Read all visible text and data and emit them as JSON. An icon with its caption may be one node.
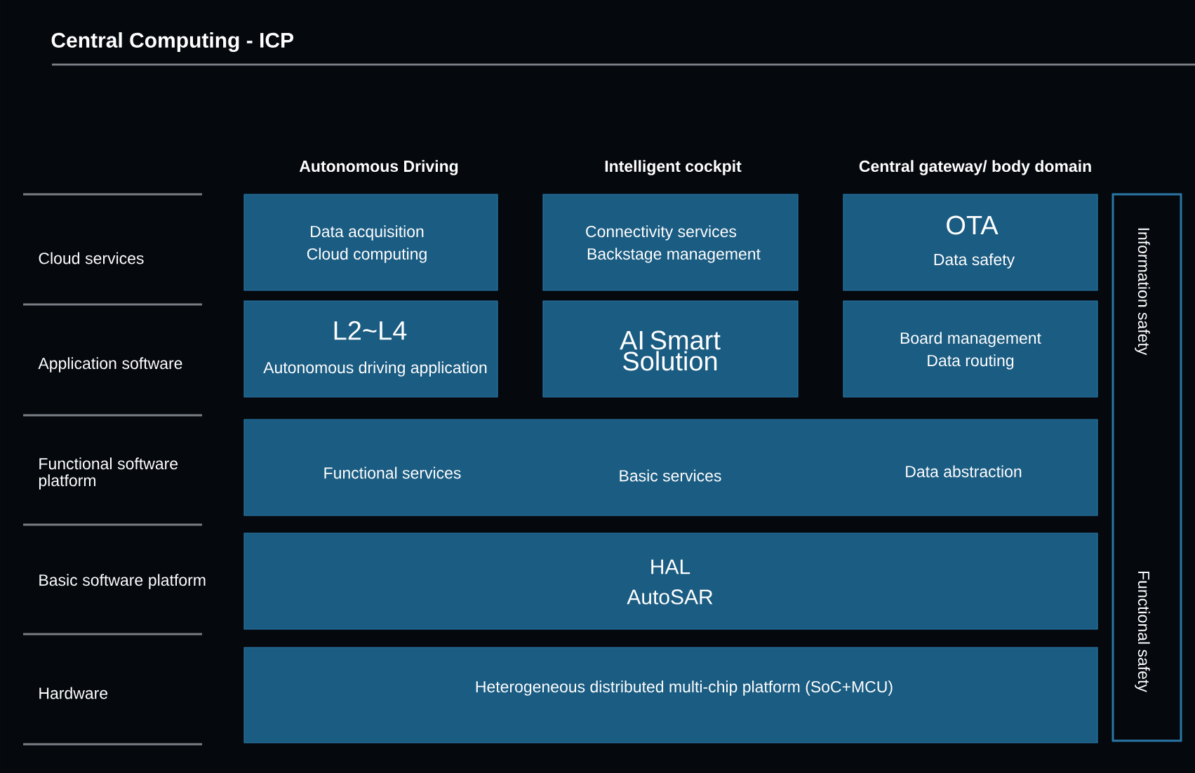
{
  "diagram": {
    "title": "Central Computing - ICP",
    "nodes": [
      {
        "text": [
          "Data acquisition",
          "Cloud computing"
        ]
      },
      {
        "text": [
          "Connectivity services",
          "Backstage management"
        ]
      },
      {
        "text": [
          "OTA",
          "Data safety"
        ]
      },
      {
        "text": [
          "L2~L4",
          "Autonomous driving application"
        ]
      },
      {
        "text": [
          "AI Smart Solution"
        ]
      },
      {
        "text": [
          "Board management",
          "Data routing"
        ]
      },
      {
        "text": [
          "Functional services",
          "Basic services",
          "Data abstraction"
        ]
      },
      {
        "text": [
          "HAL",
          "AutoSAR"
        ]
      },
      {
        "text": [
          "Heterogeneous distributed multi-chip platform (SoC+MCU)"
        ]
      },
      {
        "text": [
          "Information safety",
          "Functional safety"
        ]
      }
    ],
    "labels": [
      "Autonomous Driving",
      "Intelligent cockpit",
      "Central gateway/ body domain",
      "Cloud services",
      "Application software",
      "Functional software platform",
      "Basic software platform",
      "Hardware"
    ]
  }
}
